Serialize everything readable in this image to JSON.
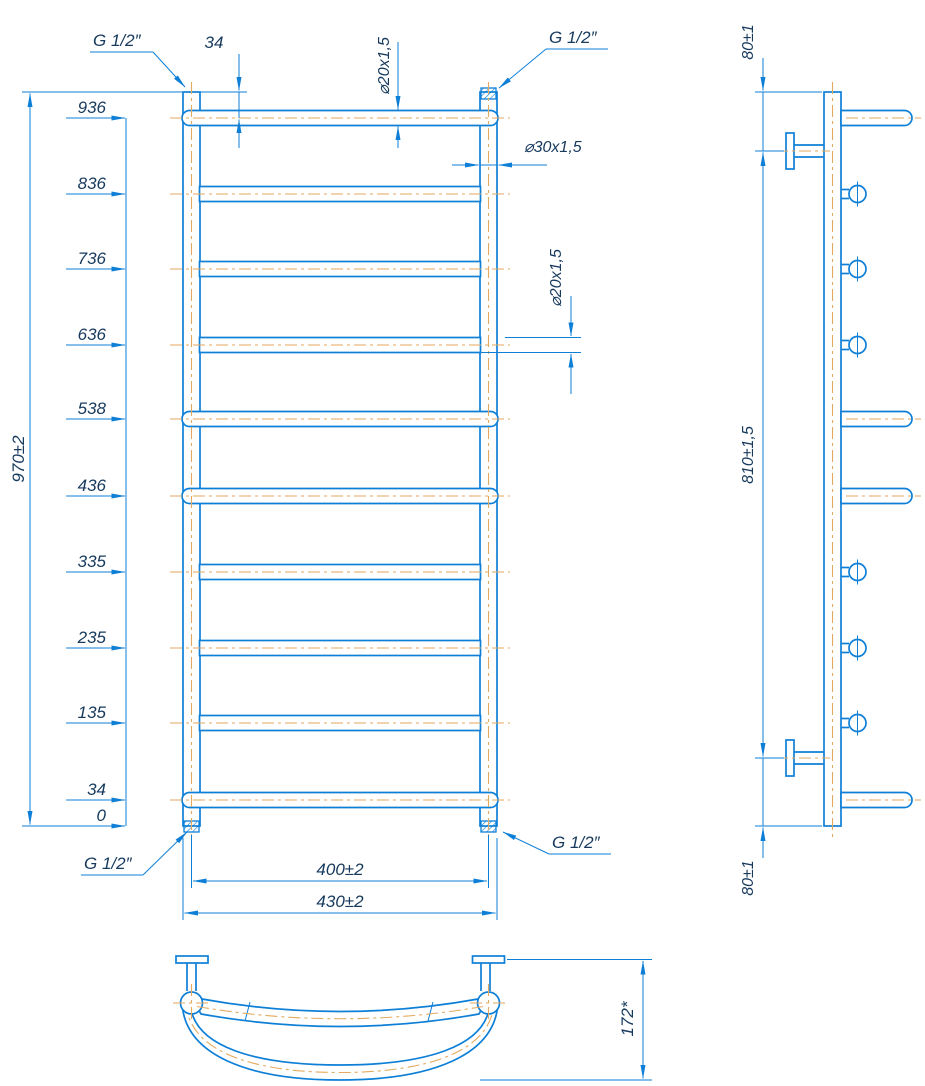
{
  "colors": {
    "line": "#0e7fd7",
    "centerline": "#e3aa5f",
    "text": "#16395c",
    "background": "#ffffff"
  },
  "front_view": {
    "heights": [
      "936",
      "836",
      "736",
      "636",
      "538",
      "436",
      "335",
      "235",
      "135",
      "34",
      "0"
    ],
    "overall_height": "970±2",
    "top_gap": "34",
    "top_rung_diameter": "⌀20x1,5",
    "middle_rung_diameter": "⌀20x1,5",
    "vertical_tube_diameter": "⌀30x1,5",
    "thread_size": "G 1/2″",
    "center_distance": "400±2",
    "overall_width": "430±2"
  },
  "side_view": {
    "top_offset": "80±1",
    "mount_span": "810±1,5",
    "bottom_offset": "80±1"
  },
  "top_view": {
    "depth": "172*"
  }
}
